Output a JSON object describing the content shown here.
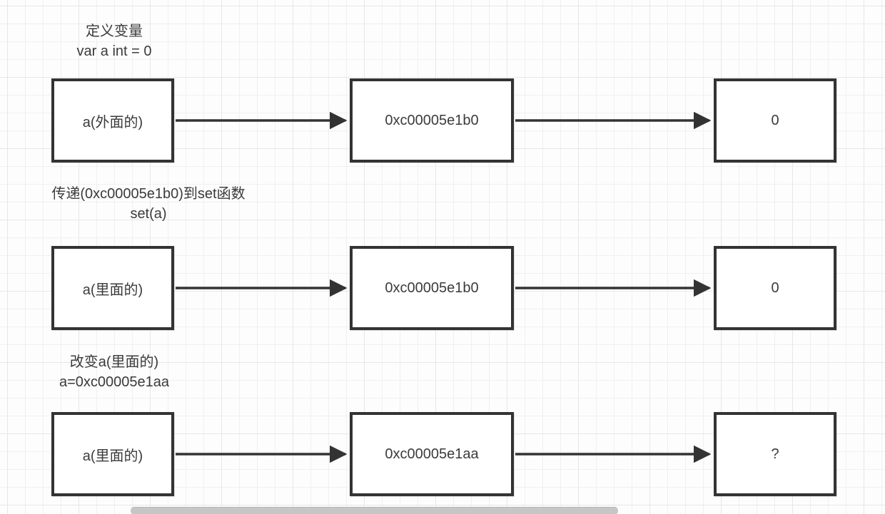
{
  "canvas": {
    "background_color": "#fdfdfd",
    "grid_color": "#e7e7e7",
    "stroke_color": "#333333",
    "text_color": "#3b3b3b",
    "scrollbar_color": "#c6c6c6"
  },
  "diagram": {
    "rows": [
      {
        "caption_line1": "定义变量",
        "caption_line2": "var a int = 0",
        "boxes": [
          {
            "text": "a(外面的)"
          },
          {
            "text": "0xc00005e1b0"
          },
          {
            "text": "0"
          }
        ]
      },
      {
        "caption_line1": "传递(0xc00005e1b0)到set函数",
        "caption_line2": "set(a)",
        "boxes": [
          {
            "text": "a(里面的)"
          },
          {
            "text": "0xc00005e1b0"
          },
          {
            "text": "0"
          }
        ]
      },
      {
        "caption_line1": "改变a(里面的)",
        "caption_line2": "a=0xc00005e1aa",
        "boxes": [
          {
            "text": "a(里面的)"
          },
          {
            "text": "0xc00005e1aa"
          },
          {
            "text": "?"
          }
        ]
      }
    ]
  }
}
